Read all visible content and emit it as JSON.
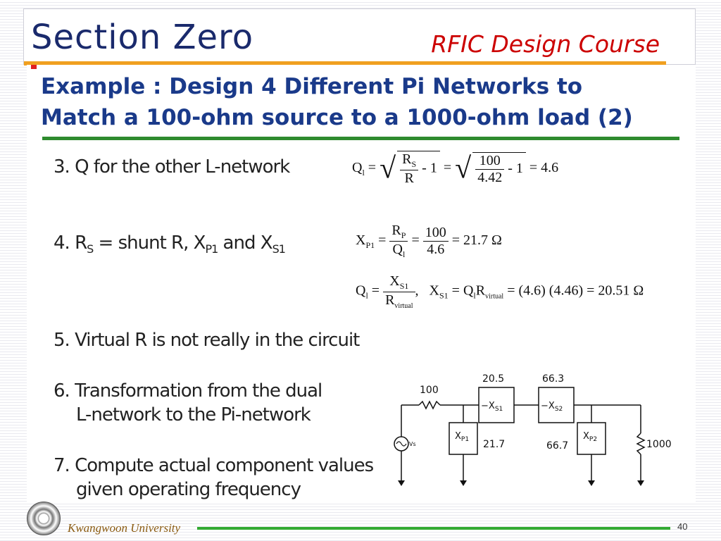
{
  "header": {
    "section_title": "Section Zero",
    "course_title": "RFIC Design Course"
  },
  "example": {
    "line1": "Example : Design 4 Different Pi Networks to",
    "line2": "Match a 100-ohm source to a 1000-ohm load (2)"
  },
  "steps": {
    "s3": "3. Q for the other L-network",
    "s4_pre": "4. R",
    "s4_sub1": "S",
    "s4_mid": " = shunt R,  X",
    "s4_sub2": "P1",
    "s4_and": " and X",
    "s4_sub3": "S1",
    "s5": "5. Virtual R is not really in the circuit",
    "s6_line1": "6. Transformation from the dual",
    "s6_line2": "L-network to the Pi-network",
    "s7_line1": "7. Compute actual component values",
    "s7_line2": "given operating frequency"
  },
  "equations": {
    "q_eq": {
      "lhs": "Q",
      "lhs_sub": "l",
      "num1": "R",
      "num1_sub": "S",
      "den1": "R",
      "minus1": "- 1",
      "num2": "100",
      "den2": "4.42",
      "minus2": "- 1",
      "result": "= 4.6"
    },
    "xp_eq": {
      "lhs": "X",
      "lhs_sub": "P1",
      "num1": "R",
      "num1_sub": "P",
      "den1": "Q",
      "den1_sub": "l",
      "num2": "100",
      "den2": "4.6",
      "result": "= 21.7 Ω"
    },
    "xs_eq": {
      "lhs": "Q",
      "lhs_sub": "l",
      "num1": "X",
      "num1_sub": "S1",
      "den1": "R",
      "den1_sub": "virtual",
      "rhs_lhs": "X",
      "rhs_lhs_sub": "S1",
      "rhs_mid": "= Q",
      "rhs_mid_sub": "l",
      "rhs_r": "R",
      "rhs_r_sub": "virtual",
      "result": "= (4.6) (4.46) = 20.51 Ω"
    }
  },
  "circuit": {
    "source_r": "100",
    "xs1_value": "20.5",
    "xs2_value": "66.3",
    "xs1_label": "−X",
    "xs1_sub": "S1",
    "xs2_label": "−X",
    "xs2_sub": "S2",
    "xp1_label": "X",
    "xp1_sub": "P1",
    "xp2_label": "X",
    "xp2_sub": "P2",
    "xp1_value": "21.7",
    "xp2_value": "66.7",
    "load": "1000",
    "source_symbol": "Vs"
  },
  "footer": {
    "university": "Kwangwoon University",
    "page": "40"
  },
  "colors": {
    "title_blue": "#1a2a6c",
    "course_red": "#cc0000",
    "orange_rule": "#f0a020",
    "green_rule": "#2e8b2e"
  }
}
